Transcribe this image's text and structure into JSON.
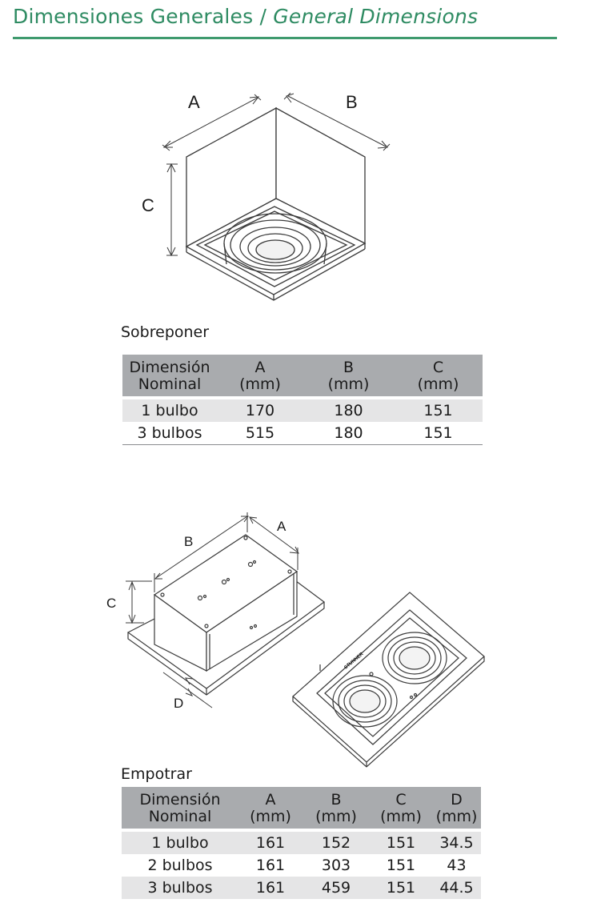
{
  "header": {
    "title_es": "Dimensiones Generales",
    "title_sep": " / ",
    "title_en": "General Dimensions"
  },
  "diagram1": {
    "labels": {
      "a": "A",
      "b": "B",
      "c": "C"
    }
  },
  "diagram2": {
    "labels": {
      "a": "A",
      "b": "B",
      "c": "C",
      "d": "D"
    },
    "brand_mark": "STUNNER"
  },
  "table1": {
    "caption": "Sobreponer",
    "header": {
      "col0": [
        "Dimensión",
        "Nominal"
      ],
      "col1": [
        "A",
        "(mm)"
      ],
      "col2": [
        "B",
        "(mm)"
      ],
      "col3": [
        "C",
        "(mm)"
      ]
    },
    "rows": [
      {
        "label": "1 bulbo",
        "a": "170",
        "b": "180",
        "c": "151"
      },
      {
        "label": "3 bulbos",
        "a": "515",
        "b": "180",
        "c": "151"
      }
    ]
  },
  "table2": {
    "caption": "Empotrar",
    "header": {
      "col0": [
        "Dimensión",
        "Nominal"
      ],
      "col1": [
        "A",
        "(mm)"
      ],
      "col2": [
        "B",
        "(mm)"
      ],
      "col3": [
        "C",
        "(mm)"
      ],
      "col4": [
        "D",
        "(mm)"
      ]
    },
    "rows": [
      {
        "label": "1 bulbo",
        "a": "161",
        "b": "152",
        "c": "151",
        "d": "34.5"
      },
      {
        "label": "2 bulbos",
        "a": "161",
        "b": "303",
        "c": "151",
        "d": "43"
      },
      {
        "label": "3 bulbos",
        "a": "161",
        "b": "459",
        "c": "151",
        "d": "44.5"
      }
    ]
  }
}
